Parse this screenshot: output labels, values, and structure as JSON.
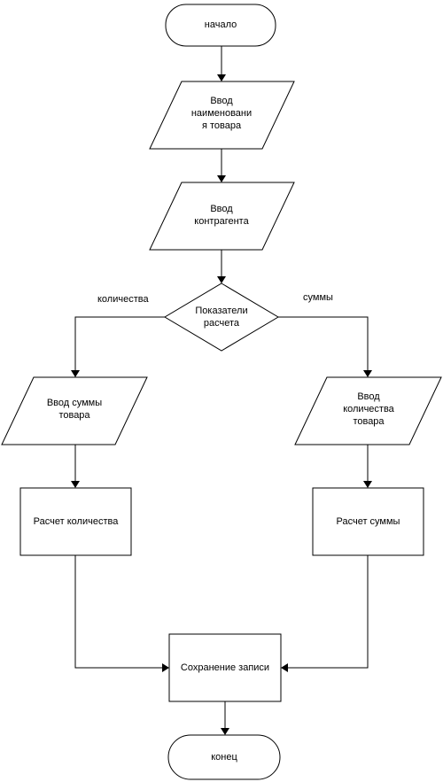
{
  "nodes": {
    "start": "начало",
    "input_name": "Ввод\nнаименовани\nя товара",
    "input_counterparty": "Ввод\nконтрагента",
    "decision": "Показатели\nрасчета",
    "input_sum": "Ввод суммы\nтовара",
    "input_quantity": "Ввод\nколичества\nтовара",
    "calc_quantity": "Расчет количества",
    "calc_sum": "Расчет суммы",
    "save": "Сохранение записи",
    "end": "конец"
  },
  "edges": {
    "left_branch": "количества",
    "right_branch": "суммы"
  }
}
